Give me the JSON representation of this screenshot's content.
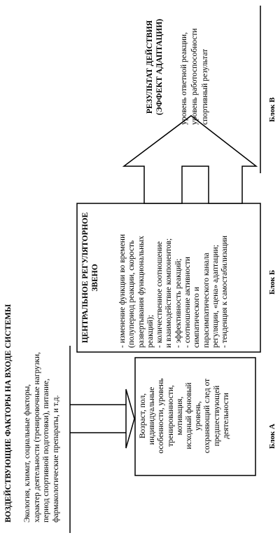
{
  "input": {
    "title": "ВОЗДЕЙСТВУЮЩИЕ ФАКТОРЫ НА ВХОДЕ СИСТЕМЫ",
    "lines": "Экология,  климат, социальные факторы,\nхарактер деятельности (тренировочные нагрузки,\nпериод спортивной подготовки), питание,\nфармакологические препараты,  и т.д."
  },
  "block_a": {
    "text": "Возраст, пол,\nиндивидуальные\nособенности,  уровень\nтренированности,\nмотивация,\nисходный фоновый\nуровень,\nсохраняющий след от\nпредшествующей\nдеятельности",
    "label": "Блок А"
  },
  "block_b": {
    "title": "ЦЕНТРАЛЬНОЕ РЕГУЛЯТОРНОЕ\nЗВЕНО",
    "items": "- изменение функции во времени\n(полупериод реакции, скорость\nразвертывания функциональных\nреакций);\n- количественное соотношение\nи взаимодействие компонентов;\n- эффективность реакций;\n- соотношение активности\nсимпатического и\nпарасимпатического канала\nрегуляции, «цена» адаптации;\n- тенденция к самостабилизации",
    "label": "Блок Б"
  },
  "block_c": {
    "title": "РЕЗУЛЬТАТ ДЕЙСТВИЯ\n(ЭФФЕКТ АДАПТАЦИИ)",
    "items": "уровень ответной реакции,\nуровень работоспособности\nспортивный результат",
    "label": "Блок В"
  }
}
